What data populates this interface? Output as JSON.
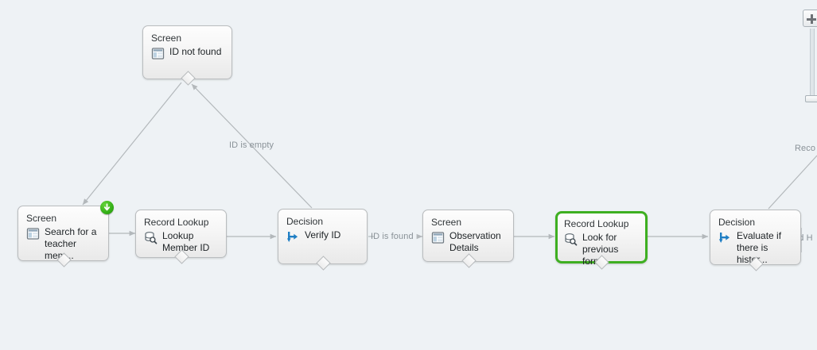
{
  "canvas": {
    "background_color": "#eef2f5",
    "connector_color": "#b3b8bb",
    "selection_color": "#3eaf21"
  },
  "nodes": [
    {
      "id": "id-not-found",
      "type": "Screen",
      "label": "ID not found",
      "icon": "screen-icon",
      "selected": false,
      "has_start_badge": false
    },
    {
      "id": "search-teacher",
      "type": "Screen",
      "label": "Search for a\nteacher mem...",
      "icon": "screen-icon",
      "selected": false,
      "has_start_badge": true
    },
    {
      "id": "lookup-member-id",
      "type": "Record Lookup",
      "label": "Lookup\nMember ID",
      "icon": "record-lookup-icon",
      "selected": false,
      "has_start_badge": false
    },
    {
      "id": "verify-id",
      "type": "Decision",
      "label": "Verify ID",
      "icon": "decision-icon",
      "selected": false,
      "has_start_badge": false
    },
    {
      "id": "observation-details",
      "type": "Screen",
      "label": "Observation\nDetails",
      "icon": "screen-icon",
      "selected": false,
      "has_start_badge": false
    },
    {
      "id": "look-for-previous-forms",
      "type": "Record Lookup",
      "label": "Look for\nprevious forms",
      "icon": "record-lookup-icon",
      "selected": true,
      "has_start_badge": false
    },
    {
      "id": "evaluate-history",
      "type": "Decision",
      "label": "Evaluate if\nthere is histor...",
      "icon": "decision-icon",
      "selected": false,
      "has_start_badge": false
    }
  ],
  "edge_labels": {
    "id_is_empty": "ID is empty",
    "id_is_found": "ID is found",
    "record_clipped": "Reco",
    "found_history_clipped": "nd H"
  },
  "zoom_control": {
    "zoom_in_label": "+"
  }
}
